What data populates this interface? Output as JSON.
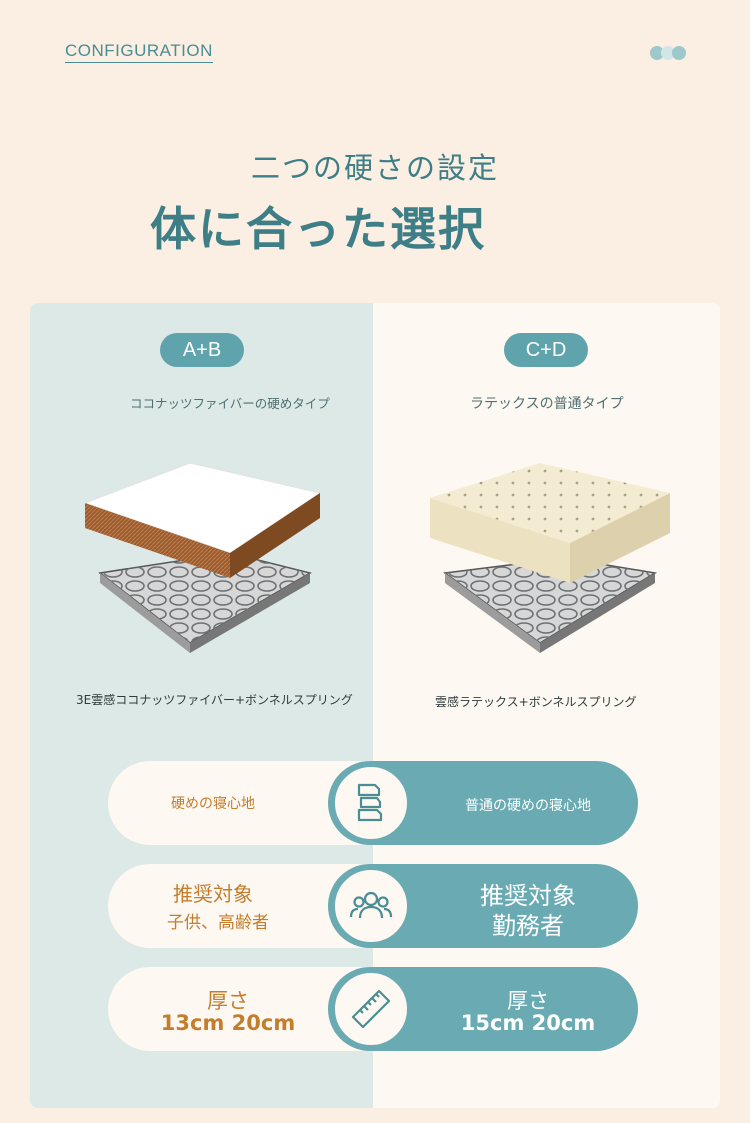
{
  "header": {
    "label": "CONFIGURATION",
    "subtitle": "二つの硬さの設定",
    "headline": "体に合った選択"
  },
  "colors": {
    "accent": "#5fa3ac",
    "text_accent": "#3e7e86",
    "warm": "#c47d2d",
    "background": "#fbeee2"
  },
  "left": {
    "badge": "A+B",
    "type": "ココナッツファイバーの硬めタイプ",
    "composition": "3E雲感ココナッツファイバー+ボンネルスプリング"
  },
  "right": {
    "badge": "C+D",
    "type": "ラテックスの普通タイプ",
    "composition": "雲感ラテックス+ボンネルスプリング"
  },
  "rows": [
    {
      "icon": "spine-icon",
      "left": {
        "line1": "硬めの寝心地"
      },
      "right": {
        "line1": "普通の硬めの寝心地"
      }
    },
    {
      "icon": "users-icon",
      "left": {
        "line1": "推奨対象",
        "line2": "子供、高齢者"
      },
      "right": {
        "line1": "推奨対象",
        "line2": "勤務者"
      }
    },
    {
      "icon": "ruler-icon",
      "left": {
        "line1": "厚さ",
        "line2": "13cm 20cm"
      },
      "right": {
        "line1": "厚さ",
        "line2": "15cm 20cm"
      }
    }
  ]
}
